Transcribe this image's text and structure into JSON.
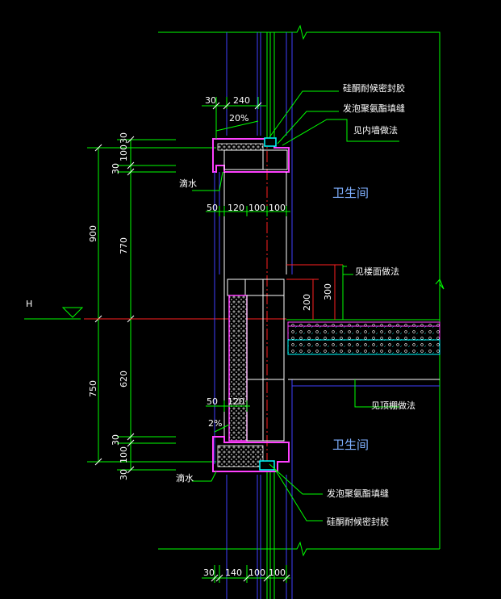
{
  "colors": {
    "background": "#000000",
    "dimension_green": "#00ff00",
    "outline_blue": "#4040ff",
    "wall_white": "#ffffff",
    "insulation_magenta": "#ff40ff",
    "axis_red": "#ff2020",
    "floor_cyan": "#00ffff",
    "room_label_blue": "#7fb0ff"
  },
  "labels": {
    "sealant_top": "硅酮耐候密封胶",
    "foam_top": "发泡聚氨酯填缝",
    "see_wall": "见内墙做法",
    "drip_top": "滴水",
    "bathroom_top": "卫生间",
    "see_floor": "见楼面做法",
    "see_ceiling": "见顶棚做法",
    "bathroom_bottom": "卫生间",
    "drip_bottom": "滴水",
    "foam_bottom": "发泡聚氨酯填缝",
    "sealant_bottom": "硅酮耐候密封胶",
    "level_marker": "H"
  },
  "dimensions": {
    "top_30": "30",
    "top_240": "240",
    "slope_top": "20%",
    "left_30a": "30",
    "left_100a": "100",
    "left_30b": "30",
    "left_900": "900",
    "left_770": "770",
    "mid_50": "50",
    "mid_120": "120",
    "mid_100a": "100",
    "mid_100b": "100",
    "right_200": "200",
    "right_300": "300",
    "left_620": "620",
    "left_750": "750",
    "low_50": "50",
    "low_120": "120",
    "slope_bottom": "2%",
    "left_30c": "30",
    "left_100c": "100",
    "left_30d": "30",
    "bot_30": "30",
    "bot_140": "140",
    "bot_100a": "100",
    "bot_100b": "100"
  }
}
